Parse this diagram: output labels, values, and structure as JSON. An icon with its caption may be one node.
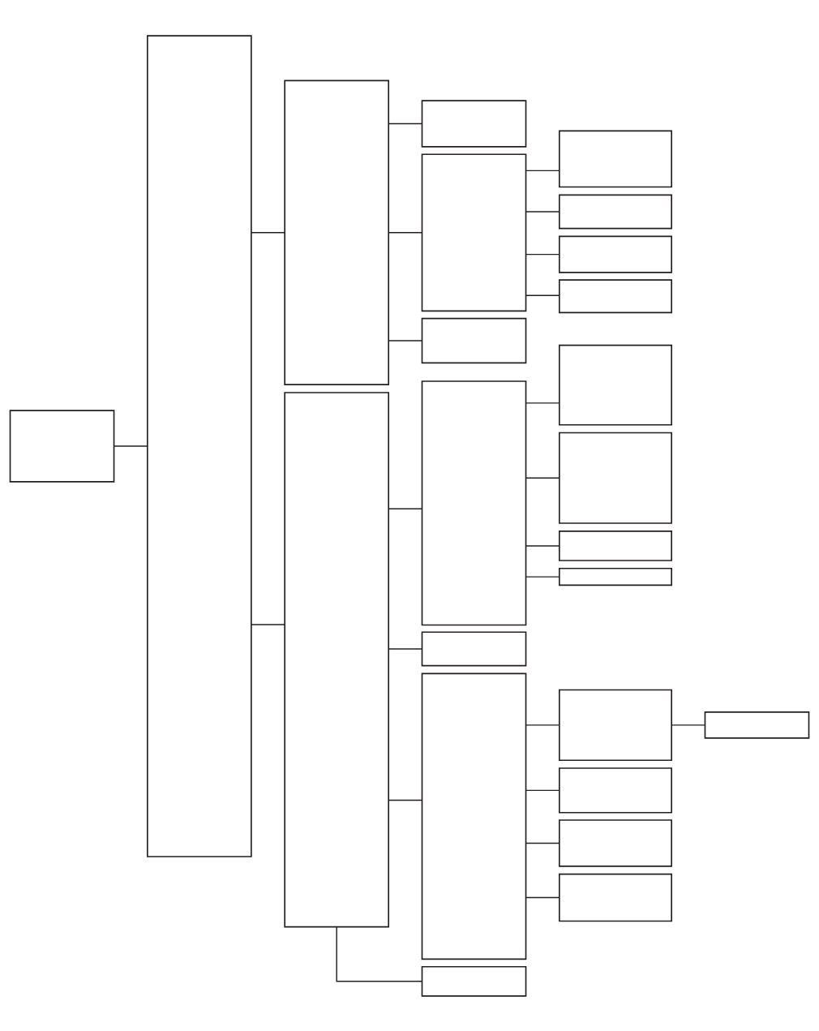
{
  "diagram": {
    "nodes": [
      {
        "text": [],
        "shape": "box"
      },
      {
        "text": [],
        "shape": "box"
      },
      {
        "text": [],
        "shape": "box"
      },
      {
        "text": [],
        "shape": "box"
      },
      {
        "text": [],
        "shape": "box"
      },
      {
        "text": [],
        "shape": "box"
      },
      {
        "text": [],
        "shape": "box"
      },
      {
        "text": [],
        "shape": "box"
      },
      {
        "text": [],
        "shape": "box"
      },
      {
        "text": [],
        "shape": "box"
      },
      {
        "text": [],
        "shape": "box"
      },
      {
        "text": [],
        "shape": "box"
      },
      {
        "text": [],
        "shape": "box"
      },
      {
        "text": [],
        "shape": "box"
      },
      {
        "text": [],
        "shape": "box"
      },
      {
        "text": [],
        "shape": "box"
      },
      {
        "text": [],
        "shape": "box"
      },
      {
        "text": [],
        "shape": "box"
      },
      {
        "text": [],
        "shape": "box"
      },
      {
        "text": [],
        "shape": "box"
      },
      {
        "text": [],
        "shape": "box"
      },
      {
        "text": [],
        "shape": "box"
      },
      {
        "text": [],
        "shape": "box"
      },
      {
        "text": [],
        "shape": "box"
      }
    ],
    "edges": [
      {
        "from": 0,
        "to": 1,
        "arrow": "none"
      },
      {
        "from": 1,
        "to": 2,
        "arrow": "none"
      },
      {
        "from": 1,
        "to": 3,
        "arrow": "none"
      },
      {
        "from": 2,
        "to": 4,
        "arrow": "none"
      },
      {
        "from": 2,
        "to": 5,
        "arrow": "none"
      },
      {
        "from": 2,
        "to": 6,
        "arrow": "none"
      },
      {
        "from": 3,
        "to": 7,
        "arrow": "none"
      },
      {
        "from": 3,
        "to": 8,
        "arrow": "none"
      },
      {
        "from": 3,
        "to": 9,
        "arrow": "none"
      },
      {
        "from": 3,
        "to": 10,
        "arrow": "none"
      },
      {
        "from": 5,
        "to": 11,
        "arrow": "none"
      },
      {
        "from": 5,
        "to": 12,
        "arrow": "none"
      },
      {
        "from": 5,
        "to": 13,
        "arrow": "none"
      },
      {
        "from": 5,
        "to": 14,
        "arrow": "none"
      },
      {
        "from": 7,
        "to": 15,
        "arrow": "none"
      },
      {
        "from": 7,
        "to": 16,
        "arrow": "none"
      },
      {
        "from": 7,
        "to": 17,
        "arrow": "none"
      },
      {
        "from": 7,
        "to": 18,
        "arrow": "none"
      },
      {
        "from": 9,
        "to": 19,
        "arrow": "none"
      },
      {
        "from": 9,
        "to": 20,
        "arrow": "none"
      },
      {
        "from": 9,
        "to": 21,
        "arrow": "none"
      },
      {
        "from": 9,
        "to": 22,
        "arrow": "none"
      },
      {
        "from": 19,
        "to": 23,
        "arrow": "none"
      }
    ]
  }
}
